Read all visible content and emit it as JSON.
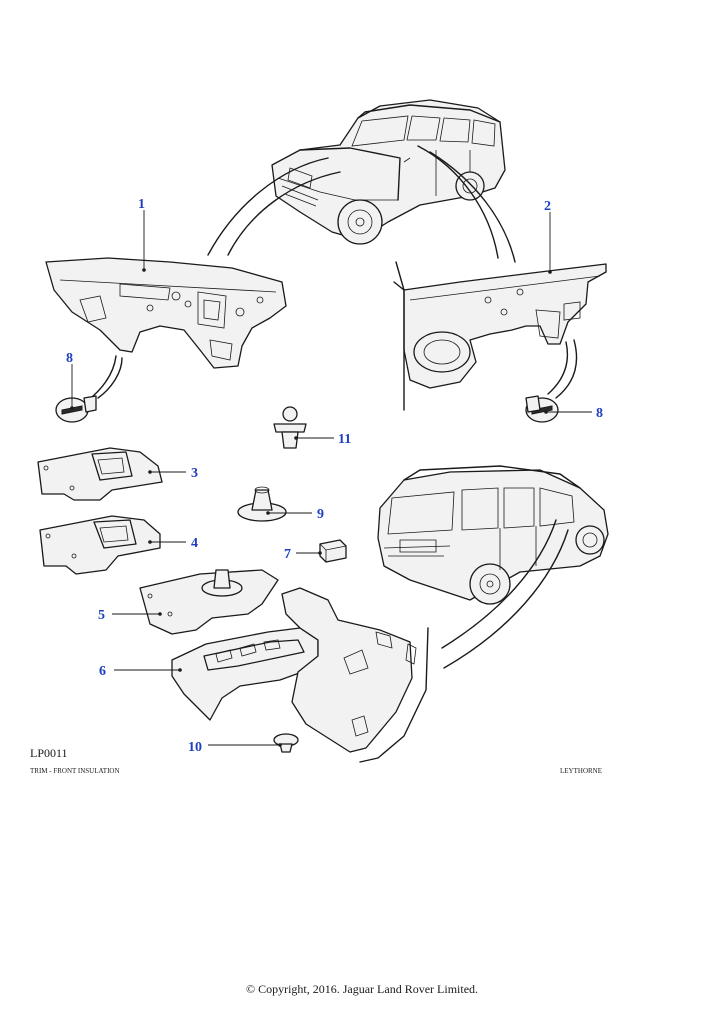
{
  "diagram": {
    "reference": "LP0011",
    "caption_left": "TRIM - FRONT INSULATION",
    "caption_right": "LEYTHORNE",
    "copyright": "© Copyright, 2016. Jaguar Land Rover Limited."
  },
  "callouts": {
    "c1": "1",
    "c2": "2",
    "c3": "3",
    "c4": "4",
    "c5": "5",
    "c6": "6",
    "c7": "7",
    "c8a": "8",
    "c8b": "8",
    "c9": "9",
    "c10": "10",
    "c11": "11"
  },
  "colors": {
    "callout": "#1f3fbf",
    "line": "#1a1a1a",
    "background": "#ffffff"
  }
}
